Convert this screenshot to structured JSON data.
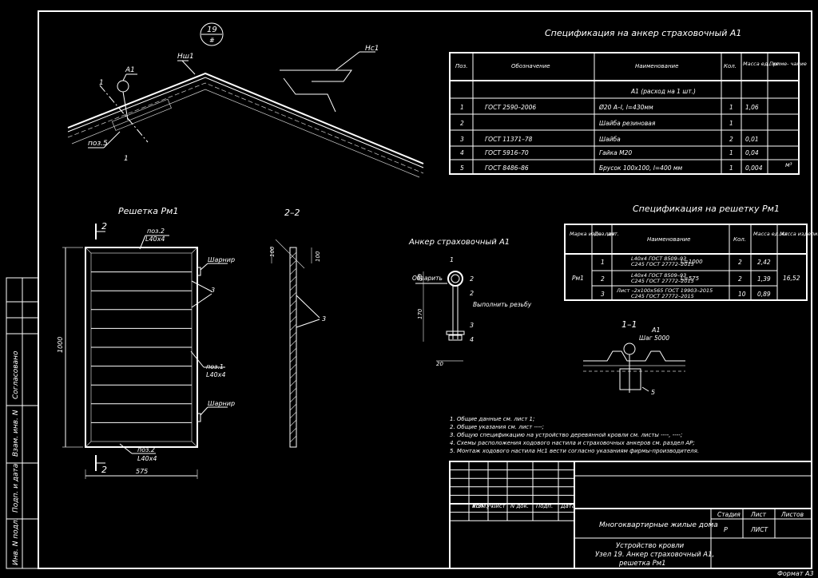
{
  "node": {
    "number": "19",
    "sheet": "#"
  },
  "roof_labels": {
    "a1": "А1",
    "hsh": "Нш1",
    "hs": "Нс1",
    "poz5": "поз.5",
    "cut1a": "1",
    "cut1b": "1"
  },
  "anchor_spec": {
    "title": "Спецификация на анкер страховочный А1",
    "headers": [
      "Поз.",
      "Обозначение",
      "Наименование",
      "Кол.",
      "Масса ед., кг",
      "Приме- чание"
    ],
    "group": "А1 (расход на 1 шт.)",
    "rows": [
      {
        "pos": "1",
        "doc": "ГОСТ 2590–2006",
        "name": "Ø20 A–I, l=430мм",
        "qty": "1",
        "mass": "1,06",
        "note": ""
      },
      {
        "pos": "2",
        "doc": "",
        "name": "Шайба резиновая",
        "qty": "1",
        "mass": "",
        "note": ""
      },
      {
        "pos": "3",
        "doc": "ГОСТ 11371–78",
        "name": "Шайба",
        "qty": "2",
        "mass": "0,01",
        "note": ""
      },
      {
        "pos": "4",
        "doc": "ГОСТ 5916–70",
        "name": "Гайка М20",
        "qty": "1",
        "mass": "0,04",
        "note": ""
      },
      {
        "pos": "5",
        "doc": "ГОСТ 8486–86",
        "name": "Брусок 100х100, l=400 мм",
        "qty": "1",
        "mass": "0,004",
        "note": "м³"
      }
    ]
  },
  "grate_spec": {
    "title": "Спецификация на решетку Рм1",
    "headers": [
      "Марка изде- лия",
      "Поз. дет.",
      "Наименование",
      "Кол.",
      "Масса ед.,кг",
      "Масса изделия, кг"
    ],
    "mark": "Рм1",
    "total": "16,52",
    "rows": [
      {
        "pos": "1",
        "name1": "L40x4 ГОСТ 8509–93",
        "name2": "С245 ГОСТ 27772–2015",
        "len": "L=1000",
        "qty": "2",
        "mass": "2,42"
      },
      {
        "pos": "2",
        "name1": "L40x4 ГОСТ 8509–93",
        "name2": "С245 ГОСТ 27772–2015",
        "len": "L=575",
        "qty": "2",
        "mass": "1,39"
      },
      {
        "pos": "3",
        "name1": "Лист –2х100х565 ГОСТ 19903–2015",
        "name2": "С245 ГОСТ 27772–2015",
        "len": "",
        "qty": "10",
        "mass": "0,89"
      }
    ]
  },
  "grate_view": {
    "title": "Решетка Рм1",
    "cut": "2",
    "poz2_top": "поз.2",
    "l_top": "L40x4",
    "poz1": "поз.1",
    "l_mid": "L40x4",
    "poz2_bot": "поз.2",
    "l_bot": "L40x4",
    "hinge": "Шарнир",
    "three": "3",
    "dim_h": "1000",
    "dim_w": "575"
  },
  "section_22": {
    "title": "2–2",
    "dim1": "100",
    "dim2": "100",
    "three": "3"
  },
  "anchor_view": {
    "title": "Анкер страховочный А1",
    "labels": [
      "1",
      "2",
      "2",
      "3",
      "4"
    ],
    "obvarit": "Обварить",
    "thread": "Выполнить резьбу",
    "d80": "80",
    "d170": "170",
    "d20": "20"
  },
  "section_11": {
    "title": "1–1",
    "a1": "А1",
    "step": "Шаг 5000",
    "five": "5"
  },
  "notes": [
    "1. Общие данные см. лист 1;",
    "2. Общие указания см. лист ----;",
    "3. Общую спецификацию на устройство деревянной кровли см. листы ----, ----;",
    "4. Схемы расположения ходового настила и страховочных анкеров см. раздел АР;",
    "5. Монтаж ходового настила Нс1 вести согласно указаниям фирмы-производителя."
  ],
  "stamp": {
    "cols": [
      "Изм.",
      "Кол. уч.",
      "Лист",
      "N док.",
      "Подп.",
      "Дата"
    ],
    "project": "Многоквартирные жилые дома",
    "sheet_title": "Устройство кровли Узел 19. Анкер страховочный А1, решетка Рм1",
    "sheet_title_l1": "Устройство кровли",
    "sheet_title_l2": "Узел 19. Анкер страховочный А1,",
    "sheet_title_l3": "решетка Рм1",
    "stage_h": "Стадия",
    "sheet_h": "Лист",
    "sheets_h": "Листов",
    "stage": "Р",
    "sheet": "ЛИСТ"
  },
  "side_stamp": [
    "Согласовано",
    "Взам. инв. N",
    "Подп. и дата",
    "Инв. N подл."
  ],
  "format": "Формат А3"
}
